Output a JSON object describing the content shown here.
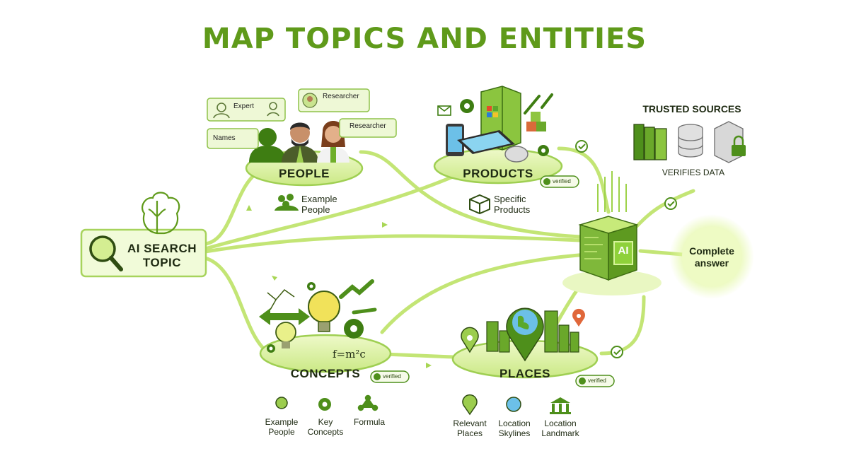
{
  "title": "MAP TOPICS AND ENTITIES",
  "nodes": {
    "ai_search_topic": "AI SEARCH TOPIC",
    "people": "PEOPLE",
    "products": "PRODUCTS",
    "concepts": "CONCEPTS",
    "places": "PLACES",
    "complete_answer": "Complete answer",
    "trusted_sources": "TRUSTED SOURCES",
    "verifies_data": "VERIFIES DATA",
    "ai_chip": "AI"
  },
  "people_bubbles": [
    "Expert",
    "Researcher",
    "Researcher",
    "Names"
  ],
  "people_sub": "Example People",
  "products_sub": "Specific Products",
  "formula": "f=m²c",
  "concepts_items": [
    "Example People",
    "Key Concepts",
    "Formula"
  ],
  "places_items": [
    "Relevant Places",
    "Location Skylines",
    "Location Landmark"
  ],
  "badge": "verified",
  "colors": {
    "accent": "#5f9a1a",
    "lime": "#c9ec7a",
    "dark": "#1e2a12"
  }
}
